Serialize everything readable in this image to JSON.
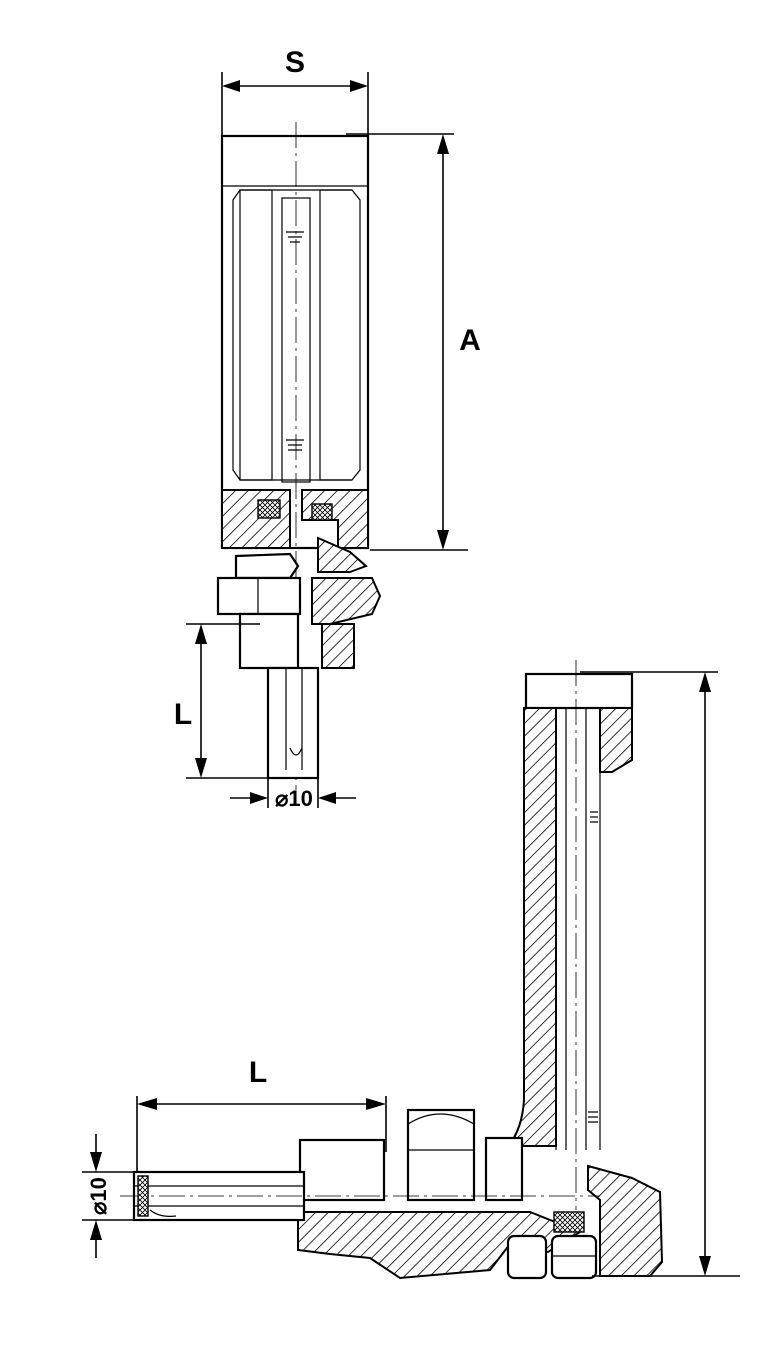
{
  "vertical_view": {
    "width_label": "S",
    "height_label": "A",
    "stem_length_label": "L",
    "stem_diameter_label": "⌀10"
  },
  "angled_view": {
    "stem_length_label": "L",
    "stem_diameter_label": "⌀10"
  }
}
